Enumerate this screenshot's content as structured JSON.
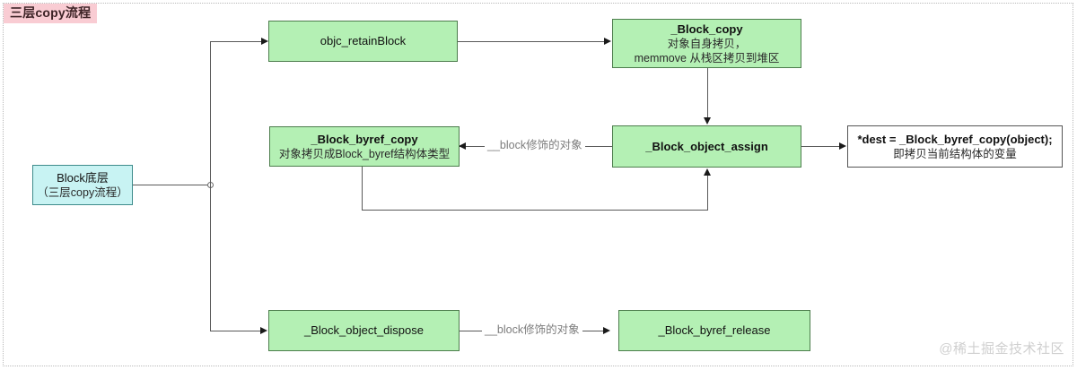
{
  "diagram": {
    "title_badge": "三层copy流程",
    "watermark": "@稀土掘金技术社区",
    "colors": {
      "badge_bg": "#f9ccd3",
      "green_fill": "#b4f0b4",
      "green_stroke": "#4d7d4d",
      "cyan_fill": "#c8f3f3",
      "cyan_stroke": "#3f8c8c",
      "white_fill": "#ffffff",
      "white_stroke": "#555555",
      "line": "#595959",
      "edge_label_text": "#7d7d7d",
      "watermark_text": "#cfcfcf"
    },
    "nodes": {
      "root": {
        "line1": "Block底层",
        "line2": "（三层copy流程）"
      },
      "objc_retain_block": {
        "line1": "objc_retainBlock"
      },
      "block_copy": {
        "line1": "_Block_copy",
        "line2": "对象自身拷贝，",
        "line3": "memmove 从栈区拷贝到堆区"
      },
      "block_byref_copy": {
        "line1": "_Block_byref_copy",
        "line2": "对象拷贝成Block_byref结构体类型"
      },
      "block_object_assign": {
        "line1": "_Block_object_assign"
      },
      "dest_note": {
        "line1": "*dest = _Block_byref_copy(object);",
        "line2": "即拷贝当前结构体的变量"
      },
      "block_object_dispose": {
        "line1": "_Block_object_dispose"
      },
      "block_byref_release": {
        "line1": "_Block_byref_release"
      }
    },
    "edge_labels": {
      "assign_to_byref_copy": "__block修饰的对象",
      "dispose_to_byref_release": "__block修饰的对象"
    }
  }
}
